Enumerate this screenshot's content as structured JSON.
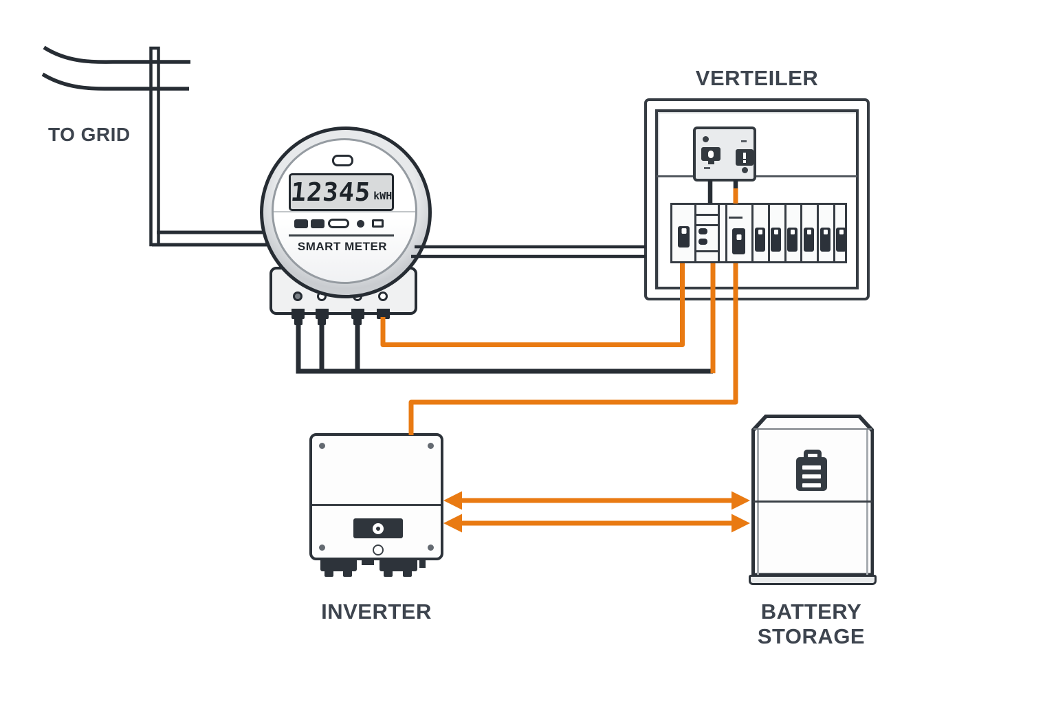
{
  "grid": {
    "label": "TO GRID"
  },
  "smart_meter": {
    "name": "SMART METER",
    "lcd_value": "12345",
    "lcd_unit": "kWH"
  },
  "distribution_board": {
    "title": "VERTEILER"
  },
  "inverter": {
    "title": "INVERTER"
  },
  "battery": {
    "title": "BATTERY STORAGE"
  },
  "colors": {
    "wire_dark": "#272D34",
    "wire_orange": "#E97A12",
    "label_text": "#3D444E"
  }
}
